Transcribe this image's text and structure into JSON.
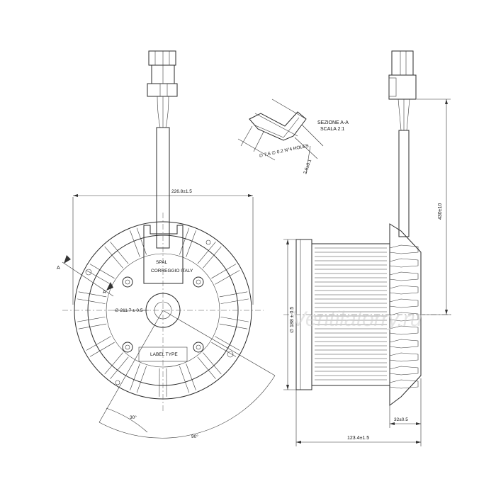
{
  "front_view": {
    "dim_width": "226.8±1.5",
    "dim_hole": "∅ 211.7 ± 0.5",
    "section_mark": "A",
    "brand_text": "SPAL",
    "origin_text": "CORREGGIO ITALY",
    "label_text": "LABEL TYPE",
    "angle_1": "30°",
    "angle_2": "90°"
  },
  "section_detail": {
    "title": "SEZIONE A-A",
    "scale": "SCALA 2:1",
    "holes": "∅ 7.6 ∅ 0.2 N°4 HOLES",
    "thickness": "2.5±0.1"
  },
  "side_view": {
    "dim_diameter": "∅ 188 ± 0.5",
    "dim_height": "430±10",
    "dim_depth": "32±0.5",
    "dim_length": "123.4±1.5"
  },
  "watermark": "Ventilatorry.ru"
}
